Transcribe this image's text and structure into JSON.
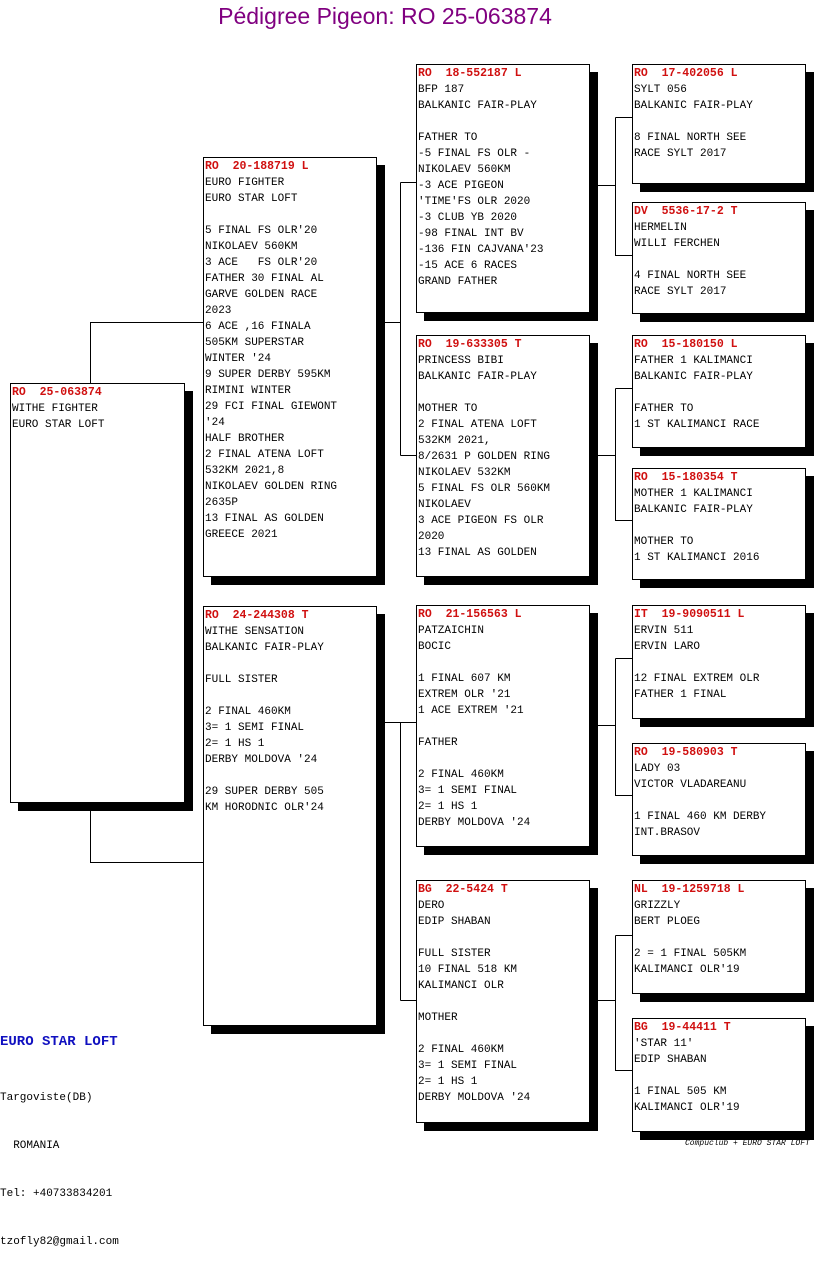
{
  "title": "Pédigree Pigeon: RO  25-063874",
  "pigeons": [
    {
      "ring": "RO  25-063874",
      "lines": [
        "WITHE FIGHTER",
        "EURO STAR LOFT"
      ]
    },
    {
      "ring": "RO  20-188719 L",
      "lines": [
        "EURO FIGHTER",
        "EURO STAR LOFT",
        "",
        "5 FINAL FS OLR'20",
        "NIKOLAEV 560KM",
        "3 ACE   FS OLR'20",
        "FATHER 30 FINAL AL",
        "GARVE GOLDEN RACE",
        "2023",
        "6 ACE ,16 FINALA",
        "505KM SUPERSTAR",
        "WINTER '24",
        "9 SUPER DERBY 595KM",
        "RIMINI WINTER",
        "29 FCI FINAL GIEWONT",
        "'24",
        "HALF BROTHER",
        "2 FINAL ATENA LOFT",
        "532KM 2021,8",
        "NIKOLAEV GOLDEN RING",
        "2635P",
        "13 FINAL AS GOLDEN",
        "GREECE 2021"
      ]
    },
    {
      "ring": "RO  24-244308 T",
      "lines": [
        "WITHE SENSATION",
        "BALKANIC FAIR-PLAY",
        "",
        "FULL SISTER",
        "",
        "2 FINAL 460KM",
        "3= 1 SEMI FINAL",
        "2= 1 HS 1",
        "DERBY MOLDOVA '24",
        "",
        "29 SUPER DERBY 505",
        "KM HORODNIC OLR'24"
      ]
    },
    {
      "ring": "RO  18-552187 L",
      "lines": [
        "BFP 187",
        "BALKANIC FAIR-PLAY",
        "",
        "FATHER TO",
        "-5 FINAL FS OLR -",
        "NIKOLAEV 560KM",
        "-3 ACE PIGEON",
        "'TIME'FS OLR 2020",
        "-3 CLUB YB 2020",
        "-98 FINAL INT BV",
        "-136 FIN CAJVANA'23",
        "-15 ACE 6 RACES",
        "GRAND FATHER"
      ]
    },
    {
      "ring": "RO  19-633305 T",
      "lines": [
        "PRINCESS BIBI",
        "BALKANIC FAIR-PLAY",
        "",
        "MOTHER TO",
        "2 FINAL ATENA LOFT",
        "532KM 2021,",
        "8/2631 P GOLDEN RING",
        "NIKOLAEV 532KM",
        "5 FINAL FS OLR 560KM",
        "NIKOLAEV",
        "3 ACE PIGEON FS OLR",
        "2020",
        "13 FINAL AS GOLDEN"
      ]
    },
    {
      "ring": "RO  21-156563 L",
      "lines": [
        "PATZAICHIN",
        "BOCIC",
        "",
        "1 FINAL 607 KM",
        "EXTREM OLR '21",
        "1 ACE EXTREM '21",
        "",
        "FATHER",
        "",
        "2 FINAL 460KM",
        "3= 1 SEMI FINAL",
        "2= 1 HS 1",
        "DERBY MOLDOVA '24"
      ]
    },
    {
      "ring": "BG  22-5424 T",
      "lines": [
        "DERO",
        "EDIP SHABAN",
        "",
        "FULL SISTER",
        "10 FINAL 518 KM",
        "KALIMANCI OLR",
        "",
        "MOTHER",
        "",
        "2 FINAL 460KM",
        "3= 1 SEMI FINAL",
        "2= 1 HS 1",
        "DERBY MOLDOVA '24"
      ]
    },
    {
      "ring": "RO  17-402056 L",
      "lines": [
        "SYLT 056",
        "BALKANIC FAIR-PLAY",
        "",
        "8 FINAL NORTH SEE",
        "RACE SYLT 2017"
      ]
    },
    {
      "ring": "DV  5536-17-2 T",
      "lines": [
        "HERMELIN",
        "WILLI FERCHEN",
        "",
        "4 FINAL NORTH SEE",
        "RACE SYLT 2017"
      ]
    },
    {
      "ring": "RO  15-180150 L",
      "lines": [
        "FATHER 1 KALIMANCI",
        "BALKANIC FAIR-PLAY",
        "",
        "FATHER TO",
        "1 ST KALIMANCI RACE"
      ]
    },
    {
      "ring": "RO  15-180354 T",
      "lines": [
        "MOTHER 1 KALIMANCI",
        "BALKANIC FAIR-PLAY",
        "",
        "MOTHER TO",
        "1 ST KALIMANCI 2016"
      ]
    },
    {
      "ring": "IT  19-9090511 L",
      "lines": [
        "ERVIN 511",
        "ERVIN LARO",
        "",
        "12 FINAL EXTREM OLR",
        "FATHER 1 FINAL"
      ]
    },
    {
      "ring": "RO  19-580903 T",
      "lines": [
        "LADY 03",
        "VICTOR VLADAREANU",
        "",
        "1 FINAL 460 KM DERBY",
        "INT.BRASOV"
      ]
    },
    {
      "ring": "NL  19-1259718 L",
      "lines": [
        "GRIZZLY",
        "BERT PLOEG",
        "",
        "2 = 1 FINAL 505KM",
        "KALIMANCI OLR'19"
      ]
    },
    {
      "ring": "BG  19-44411 T",
      "lines": [
        "'STAR 11'",
        "EDIP SHABAN",
        "",
        "1 FINAL 505 KM",
        "KALIMANCI OLR'19"
      ]
    }
  ],
  "breeder": {
    "name": "EURO STAR LOFT",
    "address": [
      "Targoviste(DB)",
      "  ROMANIA",
      "Tel: +40733834201",
      "tzofly82@gmail.com"
    ]
  },
  "credit": "Compuclub + EURO STAR LOFT"
}
